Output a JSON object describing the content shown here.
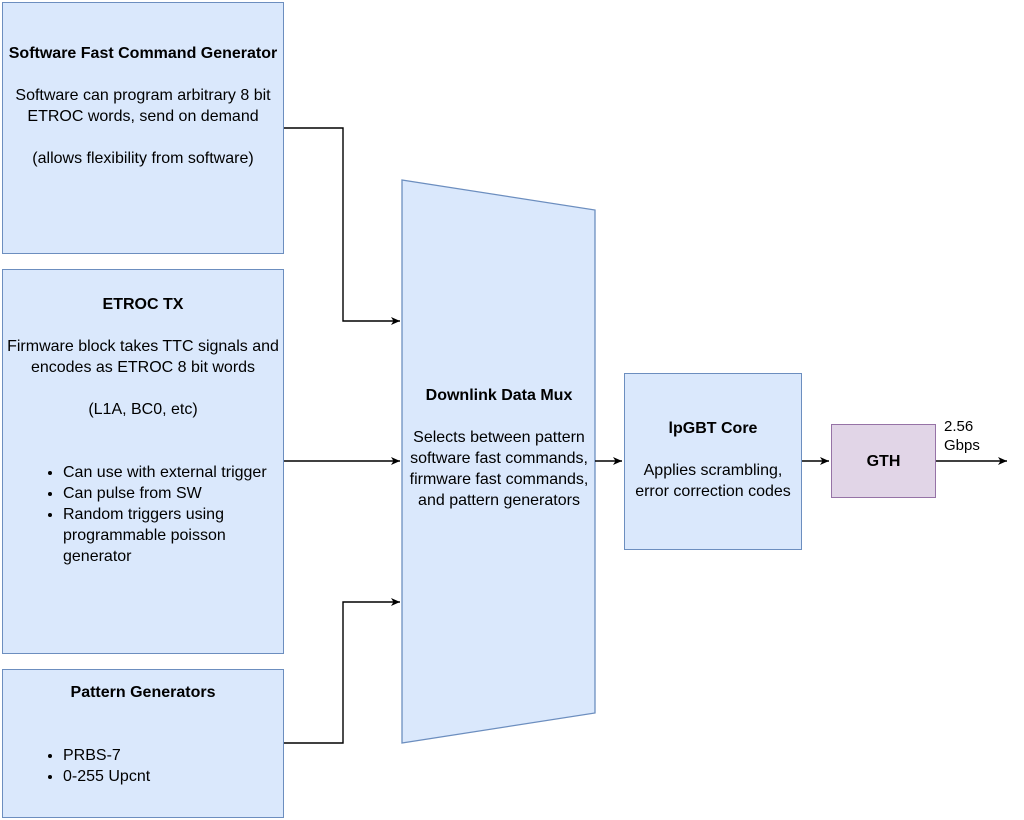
{
  "nodes": {
    "sw_fast_cmd": {
      "title": "Software Fast Command Generator",
      "body": "Software can program arbitrary 8 bit ETROC words, send on demand",
      "note": "(allows flexibility from software)"
    },
    "etroc_tx": {
      "title": "ETROC TX",
      "body": "Firmware block takes TTC signals and encodes as ETROC 8 bit words",
      "note": "(L1A, BC0, etc)",
      "bullets": [
        "Can use with external trigger",
        "Can pulse from SW",
        "Random triggers using programmable poisson generator"
      ]
    },
    "pattern_gen": {
      "title": "Pattern Generators",
      "bullets": [
        "PRBS-7",
        "0-255 Upcnt"
      ]
    },
    "downlink_mux": {
      "title": "Downlink Data Mux",
      "body": "Selects between pattern software fast commands, firmware fast commands, and pattern generators"
    },
    "lpgbt_core": {
      "title": "lpGBT Core",
      "body": "Applies scrambling, error correction codes"
    },
    "gth": {
      "title": "GTH"
    }
  },
  "edges": {
    "output_rate": "2.56 Gbps"
  },
  "colors": {
    "block_fill": "#dae8fc",
    "block_stroke": "#6c8ebf",
    "gth_fill": "#e1d5e7",
    "gth_stroke": "#9673a6",
    "edge": "#000000"
  }
}
